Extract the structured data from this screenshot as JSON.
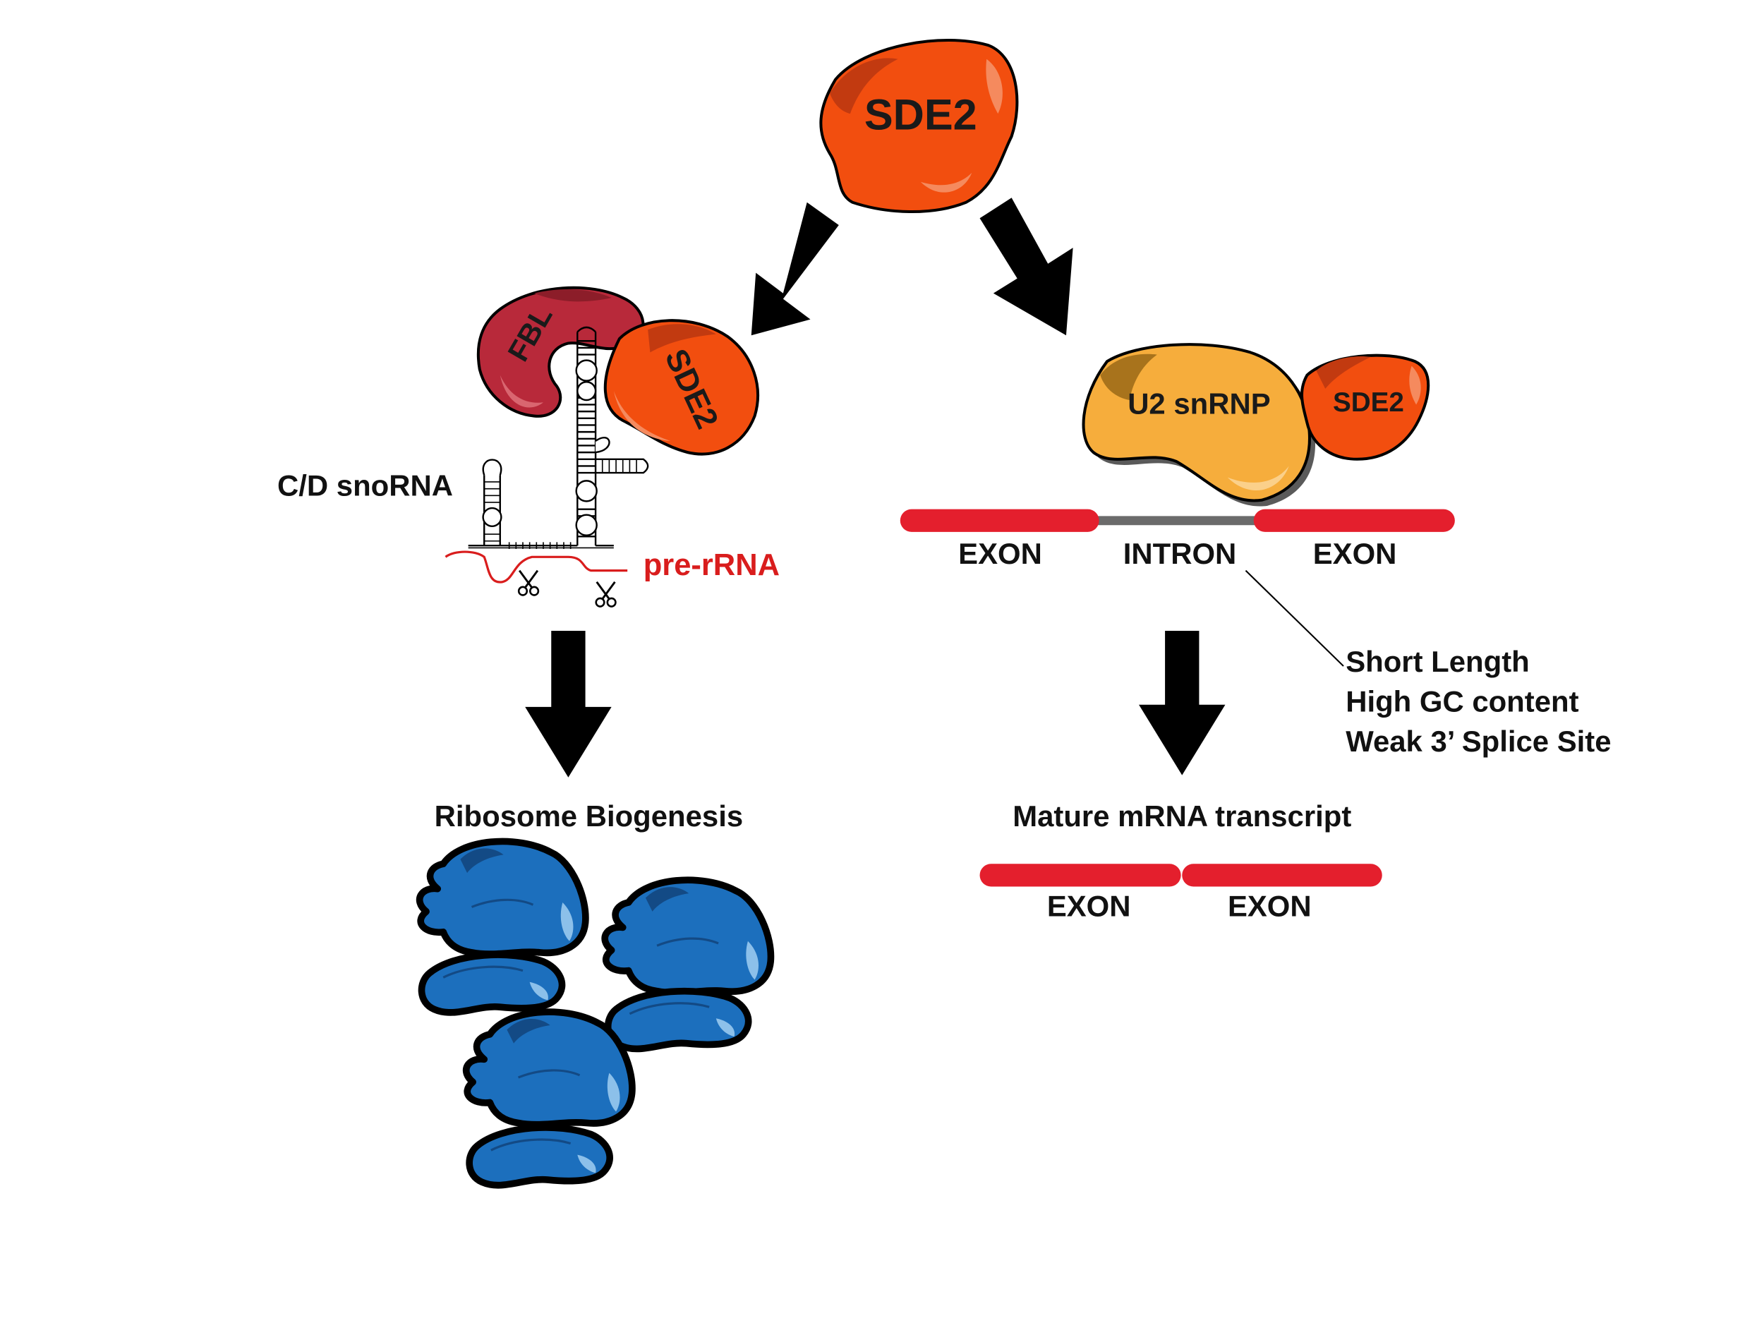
{
  "colors": {
    "sde2": "#f24e0f",
    "sde2_dark": "#c23a10",
    "sde2_light": "#f58a5e",
    "fbl": "#b8293a",
    "fbl_light": "#d96670",
    "u2": "#f6ad3c",
    "u2_dark": "#a8731c",
    "exon": "#e41f2d",
    "intron": "#6b6b6b",
    "ribosome": "#1c6fbd",
    "ribosome_dark": "#134a85",
    "ribosome_light": "#7fb2e3",
    "pre_rrna": "#d91d1d",
    "arrow": "#000000"
  },
  "top": {
    "protein": "SDE2"
  },
  "left": {
    "fbl_label": "FBL",
    "sde2_label": "SDE2",
    "snorna_label": "C/D snoRNA",
    "prerrna_label": "pre-rRNA",
    "result_label": "Ribosome Biogenesis"
  },
  "right": {
    "u2_label": "U2 snRNP",
    "sde2_label": "SDE2",
    "exon1": "EXON",
    "intron": "INTRON",
    "exon2": "EXON",
    "features": [
      "Short Length",
      "High GC content",
      "Weak 3’ Splice Site"
    ],
    "result_label": "Mature mRNA transcript",
    "mature_exon1": "EXON",
    "mature_exon2": "EXON"
  }
}
